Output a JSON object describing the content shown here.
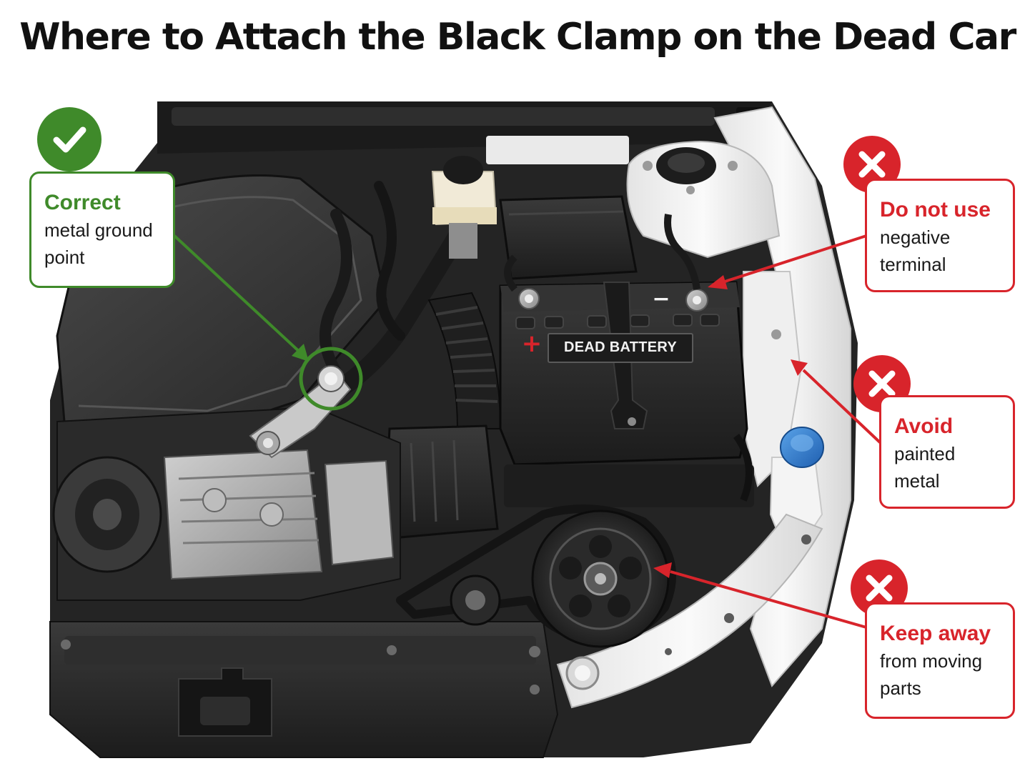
{
  "title": "Where to Attach the Black Clamp on the Dead Car",
  "battery": {
    "label": "DEAD BATTERY",
    "positive_symbol": "+",
    "negative_symbol": "−"
  },
  "callouts": {
    "correct": {
      "heading": "Correct",
      "line1": "metal ground",
      "line2": "point",
      "icon": "check-icon"
    },
    "negative_terminal": {
      "heading": "Do not use",
      "line1": "negative",
      "line2": "terminal",
      "icon": "x-icon"
    },
    "painted_metal": {
      "heading": "Avoid",
      "line1": "painted",
      "line2": "metal",
      "icon": "x-icon"
    },
    "moving_parts": {
      "heading": "Keep away",
      "line1": "from moving",
      "line2": "parts",
      "icon": "x-icon"
    }
  },
  "colors": {
    "correct": "#3f8a2a",
    "warning": "#d8242b",
    "engine_dark": "#2b2b2b",
    "body_white": "#f0f0f0"
  }
}
